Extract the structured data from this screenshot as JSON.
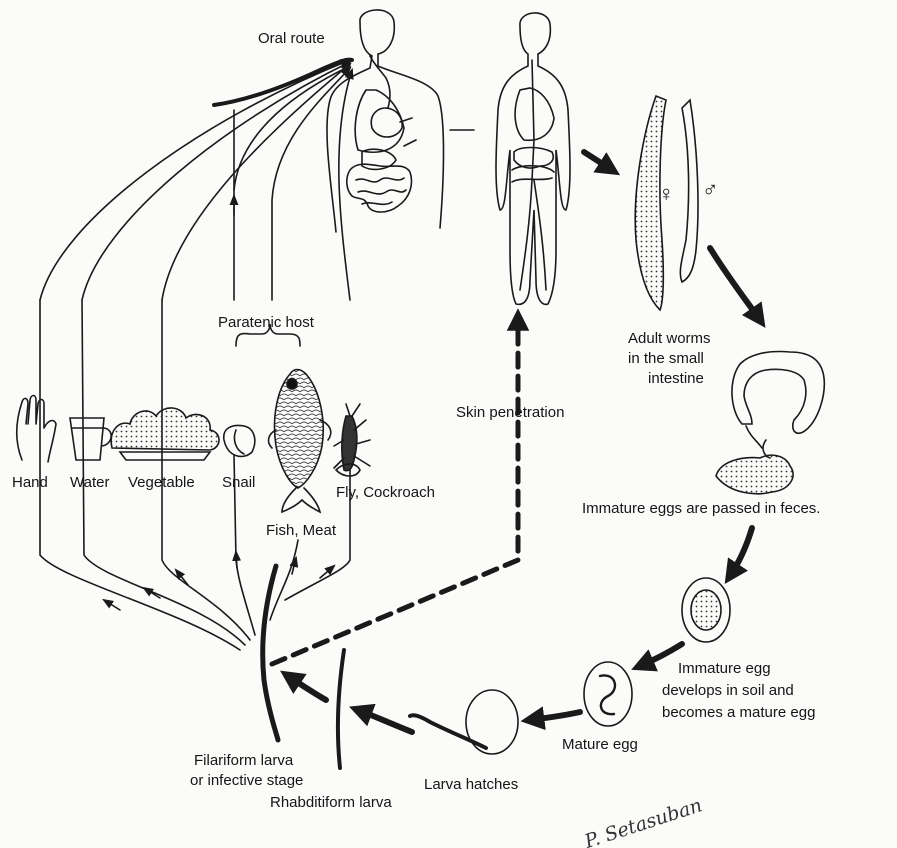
{
  "labels": {
    "oral_route": "Oral route",
    "paratenic_host": "Paratenic host",
    "hand": "Hand",
    "water": "Water",
    "vegetable": "Vegetable",
    "snail": "Snail",
    "fish_meat": "Fish, Meat",
    "fly_cockroach": "Fly, Cockroach",
    "skin_penetration": "Skin penetration",
    "female_symbol": "♀",
    "male_symbol": "♂",
    "adult_worms_1": "Adult worms",
    "adult_worms_2": "in the small",
    "adult_worms_3": "intestine",
    "immature_eggs_passed": "Immature eggs are passed in feces.",
    "immature_egg_1": "Immature egg",
    "immature_egg_2": "develops in soil and",
    "immature_egg_3": "becomes a mature egg",
    "mature_egg": "Mature egg",
    "larva_hatches": "Larva hatches",
    "filariform_1": "Filariform larva",
    "filariform_2": "or infective stage",
    "rhabditiform": "Rhabditiform larva",
    "signature": "P. Setasuban"
  },
  "colors": {
    "ink": "#1a1a1a",
    "background": "#fbfbfa"
  }
}
